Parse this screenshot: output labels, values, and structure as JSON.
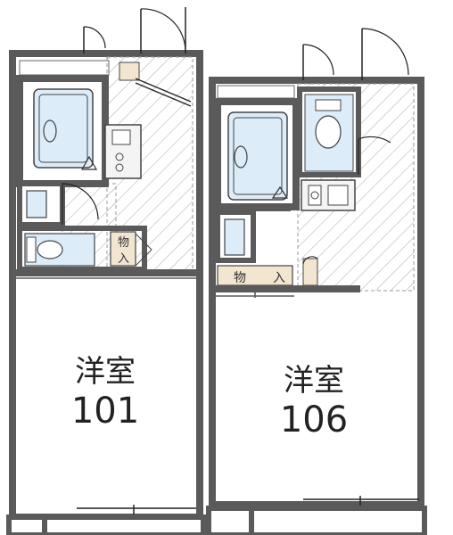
{
  "units": [
    {
      "id": "101",
      "room_type": "洋室",
      "room_number": "101",
      "storage_label_top": "物",
      "storage_label_bottom": "入"
    },
    {
      "id": "106",
      "room_type": "洋室",
      "room_number": "106",
      "storage_label_left": "物",
      "storage_label_right": "入"
    }
  ],
  "colors": {
    "wall": "#5a5a5a",
    "fixture_fill": "#dcecf8",
    "storage_fill": "#f3e6d0",
    "hatch": "#b0b0b0",
    "line": "#333333"
  }
}
